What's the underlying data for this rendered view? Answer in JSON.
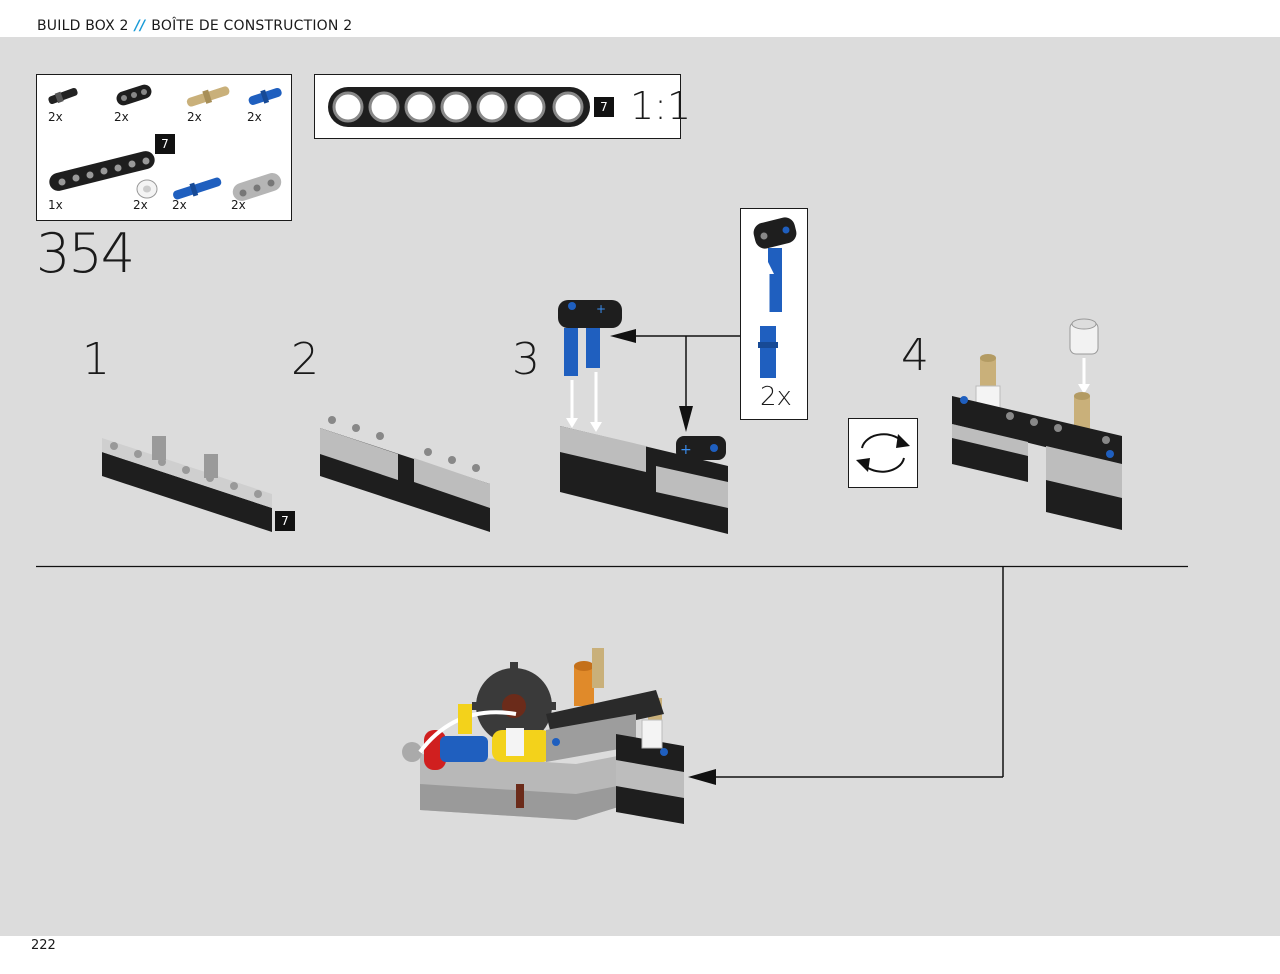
{
  "header": {
    "left": "BUILD BOX 2",
    "separator": "//",
    "right": "BOÎTE DE CONSTRUCTION 2"
  },
  "parts_list": {
    "items": [
      {
        "qty": "2x",
        "part": "black-axle-pin"
      },
      {
        "qty": "2x",
        "part": "black-beam-3"
      },
      {
        "qty": "2x",
        "part": "tan-axle-pin"
      },
      {
        "qty": "2x",
        "part": "blue-pin"
      },
      {
        "qty": "1x",
        "part": "black-beam-7"
      },
      {
        "qty": "2x",
        "part": "white-bush"
      },
      {
        "qty": "2x",
        "part": "blue-pin-long"
      },
      {
        "qty": "2x",
        "part": "grey-beam-3"
      }
    ],
    "beam_length": "7"
  },
  "scale_box": {
    "beam_length": "7",
    "ratio": "1:1"
  },
  "step_number": "354",
  "substeps": [
    {
      "label": "1",
      "beam_length": "7"
    },
    {
      "label": "2"
    },
    {
      "label": "3"
    },
    {
      "label": "4"
    }
  ],
  "callout": {
    "count": "2x"
  },
  "page_number": "222",
  "colors": {
    "accent": "#1a9bd7",
    "panel": "#dcdcdc",
    "beam_dark": "#1e1e1e",
    "beam_light": "#bdbdbd",
    "blue_pin": "#1f5fbf",
    "tan": "#c9b07a"
  }
}
